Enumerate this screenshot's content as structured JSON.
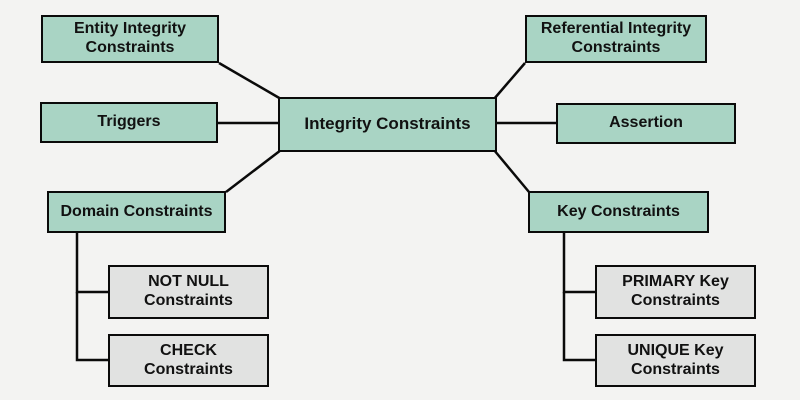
{
  "diagram_title": "Integrity Constraints",
  "colors": {
    "bg": "#f3f3f2",
    "node_green": "#a9d4c4",
    "node_gray": "#e1e2e1",
    "border_color": "#0a0a0a",
    "text_color": "#111111",
    "line_color": "#0a0a0a"
  },
  "nodes": {
    "center": {
      "label": "Integrity Constraints"
    },
    "entity": {
      "label": "Entity Integrity Constraints"
    },
    "referential": {
      "label": "Referential Integrity Constraints"
    },
    "triggers": {
      "label": "Triggers"
    },
    "assertion": {
      "label": "Assertion"
    },
    "domain": {
      "label": "Domain Constraints"
    },
    "key": {
      "label": "Key Constraints"
    },
    "not_null": {
      "label": "NOT NULL Constraints"
    },
    "check": {
      "label": "CHECK Constraints"
    },
    "primary": {
      "label": "PRIMARY Key Constraints"
    },
    "unique": {
      "label": "UNIQUE Key Constraints"
    }
  },
  "edges": [
    {
      "from": "entity",
      "to": "center"
    },
    {
      "from": "referential",
      "to": "center"
    },
    {
      "from": "triggers",
      "to": "center"
    },
    {
      "from": "assertion",
      "to": "center"
    },
    {
      "from": "domain",
      "to": "center"
    },
    {
      "from": "key",
      "to": "center"
    },
    {
      "from": "not_null",
      "to": "domain"
    },
    {
      "from": "check",
      "to": "domain"
    },
    {
      "from": "primary",
      "to": "key"
    },
    {
      "from": "unique",
      "to": "key"
    }
  ]
}
